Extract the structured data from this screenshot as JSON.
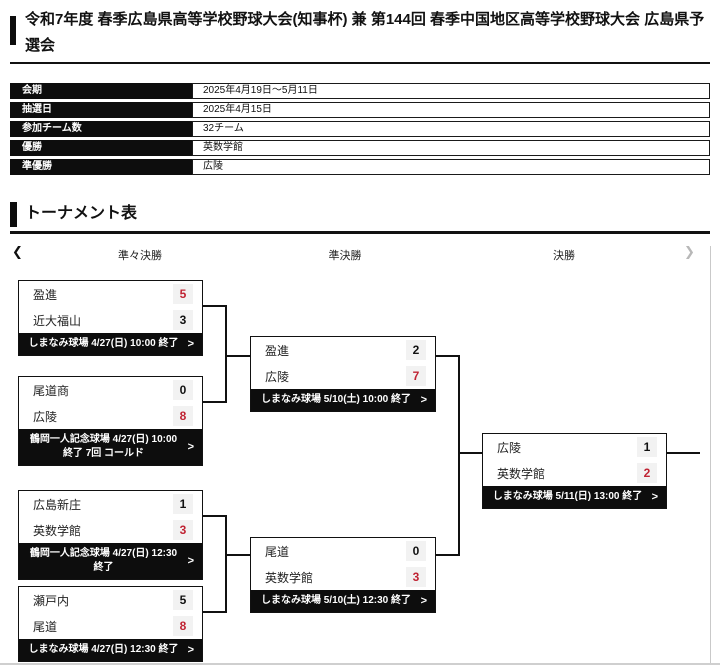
{
  "page": {
    "title": "令和7年度 春季広島県高等学校野球大会(知事杯) 兼 第144回 春季中国地区高等学校野球大会 広島県予選会"
  },
  "info_table": {
    "rows": [
      {
        "label": "会期",
        "value": "2025年4月19日～5月11日"
      },
      {
        "label": "抽選日",
        "value": "2025年4月15日"
      },
      {
        "label": "参加チーム数",
        "value": "32チーム"
      },
      {
        "label": "優勝",
        "value": "英数学館"
      },
      {
        "label": "準優勝",
        "value": "広陵"
      }
    ]
  },
  "tournament": {
    "section_title": "トーナメント表",
    "nav": {
      "prev_icon": "❮",
      "next_icon": "❯"
    },
    "round_headers": [
      "準々決勝",
      "準決勝",
      "決勝"
    ],
    "matches": [
      {
        "round": "準々決勝",
        "teams": [
          {
            "name": "盈進",
            "score": "5",
            "winner": true
          },
          {
            "name": "近大福山",
            "score": "3",
            "winner": false
          }
        ],
        "detail": "しまなみ球場 4/27(日) 10:00 終了"
      },
      {
        "round": "準々決勝",
        "teams": [
          {
            "name": "尾道商",
            "score": "0",
            "winner": false
          },
          {
            "name": "広陵",
            "score": "8",
            "winner": true
          }
        ],
        "detail": "鶴岡一人記念球場 4/27(日) 10:00 終了 7回 コールド"
      },
      {
        "round": "準々決勝",
        "teams": [
          {
            "name": "広島新庄",
            "score": "1",
            "winner": false
          },
          {
            "name": "英数学館",
            "score": "3",
            "winner": true
          }
        ],
        "detail": "鶴岡一人記念球場 4/27(日) 12:30 終了"
      },
      {
        "round": "準々決勝",
        "teams": [
          {
            "name": "瀬戸内",
            "score": "5",
            "winner": false
          },
          {
            "name": "尾道",
            "score": "8",
            "winner": true
          }
        ],
        "detail": "しまなみ球場 4/27(日) 12:30 終了"
      },
      {
        "round": "準決勝",
        "teams": [
          {
            "name": "盈進",
            "score": "2",
            "winner": false
          },
          {
            "name": "広陵",
            "score": "7",
            "winner": true
          }
        ],
        "detail": "しまなみ球場 5/10(土) 10:00 終了"
      },
      {
        "round": "準決勝",
        "teams": [
          {
            "name": "尾道",
            "score": "0",
            "winner": false
          },
          {
            "name": "英数学館",
            "score": "3",
            "winner": true
          }
        ],
        "detail": "しまなみ球場 5/10(土) 12:30 終了"
      },
      {
        "round": "決勝",
        "teams": [
          {
            "name": "広陵",
            "score": "1",
            "winner": false
          },
          {
            "name": "英数学館",
            "score": "2",
            "winner": true
          }
        ],
        "detail": "しまなみ球場 5/11(日) 13:00 終了"
      }
    ],
    "colors": {
      "winner_score": "#c02333",
      "header_bg": "#0d0d0d",
      "score_cell_bg": "#f2f2f2"
    },
    "detail_arrow": ">"
  }
}
